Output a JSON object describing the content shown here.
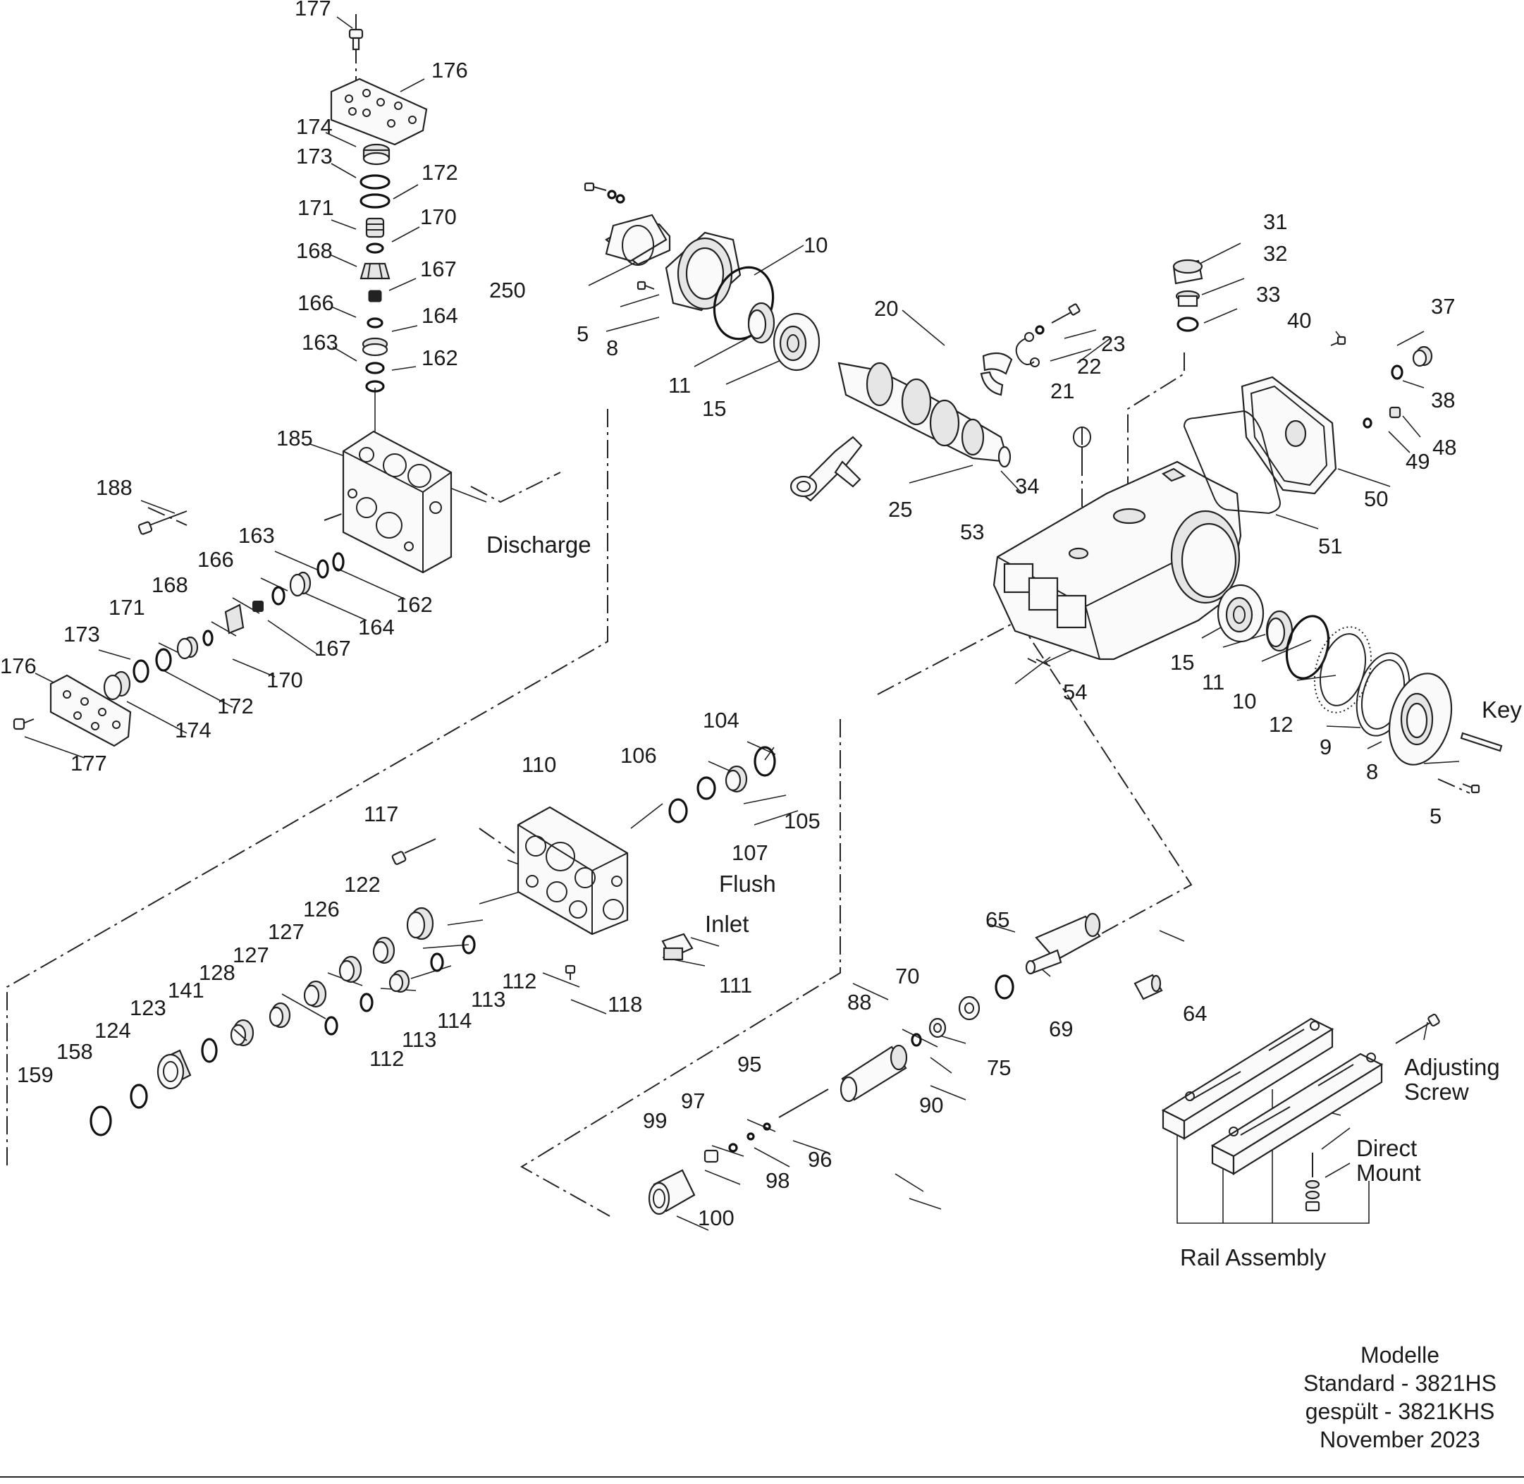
{
  "diagram": {
    "part_numbers": [
      {
        "id": "p177a",
        "text": "177"
      },
      {
        "id": "p176a",
        "text": "176"
      },
      {
        "id": "p174a",
        "text": "174"
      },
      {
        "id": "p173a",
        "text": "173"
      },
      {
        "id": "p172a",
        "text": "172"
      },
      {
        "id": "p171a",
        "text": "171"
      },
      {
        "id": "p170a",
        "text": "170"
      },
      {
        "id": "p168a",
        "text": "168"
      },
      {
        "id": "p167a",
        "text": "167"
      },
      {
        "id": "p166a",
        "text": "166"
      },
      {
        "id": "p164a",
        "text": "164"
      },
      {
        "id": "p163a",
        "text": "163"
      },
      {
        "id": "p162a",
        "text": "162"
      },
      {
        "id": "p185",
        "text": "185"
      },
      {
        "id": "p188",
        "text": "188"
      },
      {
        "id": "p163b",
        "text": "163"
      },
      {
        "id": "p166b",
        "text": "166"
      },
      {
        "id": "p168b",
        "text": "168"
      },
      {
        "id": "p171b",
        "text": "171"
      },
      {
        "id": "p173b",
        "text": "173"
      },
      {
        "id": "p176b",
        "text": "176"
      },
      {
        "id": "p162b",
        "text": "162"
      },
      {
        "id": "p164b",
        "text": "164"
      },
      {
        "id": "p167b",
        "text": "167"
      },
      {
        "id": "p170b",
        "text": "170"
      },
      {
        "id": "p172b",
        "text": "172"
      },
      {
        "id": "p174b",
        "text": "174"
      },
      {
        "id": "p177b",
        "text": "177"
      },
      {
        "id": "p250",
        "text": "250"
      },
      {
        "id": "p5a",
        "text": "5"
      },
      {
        "id": "p8a",
        "text": "8"
      },
      {
        "id": "p10a",
        "text": "10"
      },
      {
        "id": "p11a",
        "text": "11"
      },
      {
        "id": "p15a",
        "text": "15"
      },
      {
        "id": "p20",
        "text": "20"
      },
      {
        "id": "p23",
        "text": "23"
      },
      {
        "id": "p22",
        "text": "22"
      },
      {
        "id": "p21",
        "text": "21"
      },
      {
        "id": "p25",
        "text": "25"
      },
      {
        "id": "p34",
        "text": "34"
      },
      {
        "id": "p31",
        "text": "31"
      },
      {
        "id": "p32",
        "text": "32"
      },
      {
        "id": "p33",
        "text": "33"
      },
      {
        "id": "p40",
        "text": "40"
      },
      {
        "id": "p37",
        "text": "37"
      },
      {
        "id": "p38",
        "text": "38"
      },
      {
        "id": "p48",
        "text": "48"
      },
      {
        "id": "p49",
        "text": "49"
      },
      {
        "id": "p50",
        "text": "50"
      },
      {
        "id": "p51",
        "text": "51"
      },
      {
        "id": "p53",
        "text": "53"
      },
      {
        "id": "p54",
        "text": "54"
      },
      {
        "id": "p15b",
        "text": "15"
      },
      {
        "id": "p11b",
        "text": "11"
      },
      {
        "id": "p10b",
        "text": "10"
      },
      {
        "id": "p12",
        "text": "12"
      },
      {
        "id": "p9",
        "text": "9"
      },
      {
        "id": "p8b",
        "text": "8"
      },
      {
        "id": "p5b",
        "text": "5"
      },
      {
        "id": "p104",
        "text": "104"
      },
      {
        "id": "p106",
        "text": "106"
      },
      {
        "id": "p105",
        "text": "105"
      },
      {
        "id": "p107",
        "text": "107"
      },
      {
        "id": "p110",
        "text": "110"
      },
      {
        "id": "p117",
        "text": "117"
      },
      {
        "id": "p122",
        "text": "122"
      },
      {
        "id": "p126",
        "text": "126"
      },
      {
        "id": "p127a",
        "text": "127"
      },
      {
        "id": "p127b",
        "text": "127"
      },
      {
        "id": "p128",
        "text": "128"
      },
      {
        "id": "p141",
        "text": "141"
      },
      {
        "id": "p123",
        "text": "123"
      },
      {
        "id": "p124",
        "text": "124"
      },
      {
        "id": "p158",
        "text": "158"
      },
      {
        "id": "p159",
        "text": "159"
      },
      {
        "id": "p112a",
        "text": "112"
      },
      {
        "id": "p113a",
        "text": "113"
      },
      {
        "id": "p114",
        "text": "114"
      },
      {
        "id": "p113b",
        "text": "113"
      },
      {
        "id": "p112b",
        "text": "112"
      },
      {
        "id": "p111",
        "text": "111"
      },
      {
        "id": "p118",
        "text": "118"
      },
      {
        "id": "p65",
        "text": "65"
      },
      {
        "id": "p64",
        "text": "64"
      },
      {
        "id": "p70",
        "text": "70"
      },
      {
        "id": "p69",
        "text": "69"
      },
      {
        "id": "p88",
        "text": "88"
      },
      {
        "id": "p75",
        "text": "75"
      },
      {
        "id": "p95",
        "text": "95"
      },
      {
        "id": "p90",
        "text": "90"
      },
      {
        "id": "p97",
        "text": "97"
      },
      {
        "id": "p96",
        "text": "96"
      },
      {
        "id": "p99",
        "text": "99"
      },
      {
        "id": "p98",
        "text": "98"
      },
      {
        "id": "p100",
        "text": "100"
      }
    ],
    "callouts": {
      "discharge": "Discharge",
      "flush": "Flush",
      "inlet": "Inlet",
      "key": "Key",
      "adjusting_screw_line1": "Adjusting",
      "adjusting_screw_line2": "Screw",
      "direct_mount_line1": "Direct",
      "direct_mount_line2": "Mount",
      "rail_assembly": "Rail Assembly"
    },
    "models": {
      "heading": "Modelle",
      "standard": "Standard - 3821HS",
      "flushed": "gespült - 3821KHS",
      "date": "November 2023"
    }
  }
}
